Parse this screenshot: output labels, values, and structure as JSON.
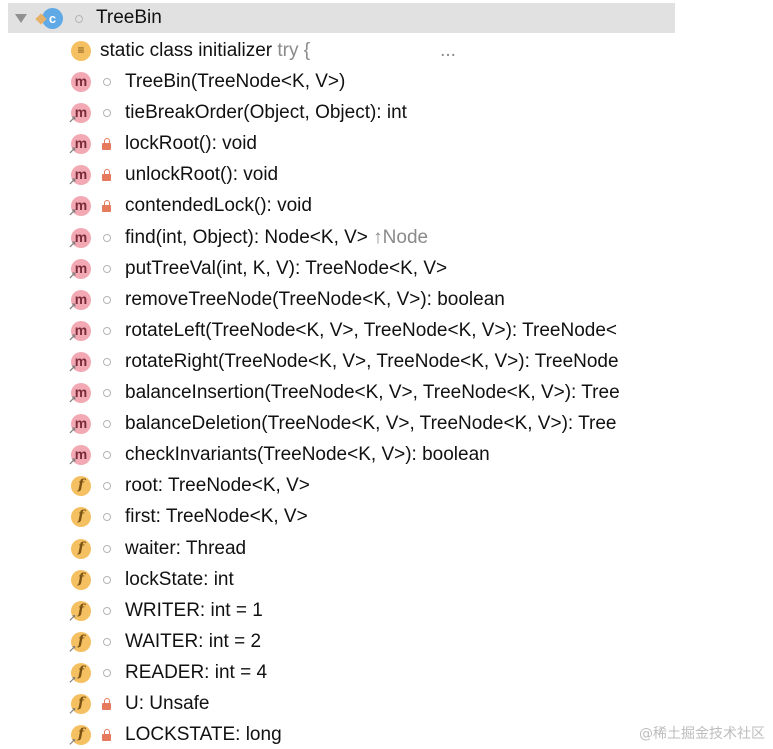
{
  "tree": {
    "class_name": "TreeBin",
    "class_icon_letter": "c",
    "initializer_label": "static class initializer",
    "initializer_code": "try {",
    "initializer_ellipsis": "...",
    "members": [
      {
        "kind": "m",
        "override": false,
        "access": "package",
        "text": "TreeBin(TreeNode<K, V>)"
      },
      {
        "kind": "m",
        "override": true,
        "access": "package",
        "text": "tieBreakOrder(Object, Object): int"
      },
      {
        "kind": "m",
        "override": true,
        "access": "private",
        "text": "lockRoot(): void"
      },
      {
        "kind": "m",
        "override": true,
        "access": "private",
        "text": "unlockRoot(): void"
      },
      {
        "kind": "m",
        "override": true,
        "access": "private",
        "text": "contendedLock(): void"
      },
      {
        "kind": "m",
        "override": true,
        "access": "package",
        "text": "find(int, Object): Node<K, V>",
        "suffix": "↑Node"
      },
      {
        "kind": "m",
        "override": true,
        "access": "package",
        "text": "putTreeVal(int, K, V): TreeNode<K, V>"
      },
      {
        "kind": "m",
        "override": true,
        "access": "package",
        "text": "removeTreeNode(TreeNode<K, V>): boolean"
      },
      {
        "kind": "m",
        "override": true,
        "access": "package",
        "text": "rotateLeft(TreeNode<K, V>, TreeNode<K, V>): TreeNode<"
      },
      {
        "kind": "m",
        "override": true,
        "access": "package",
        "text": "rotateRight(TreeNode<K, V>, TreeNode<K, V>): TreeNode"
      },
      {
        "kind": "m",
        "override": true,
        "access": "package",
        "text": "balanceInsertion(TreeNode<K, V>, TreeNode<K, V>): Tree"
      },
      {
        "kind": "m",
        "override": true,
        "access": "package",
        "text": "balanceDeletion(TreeNode<K, V>, TreeNode<K, V>): Tree"
      },
      {
        "kind": "m",
        "override": true,
        "access": "package",
        "text": "checkInvariants(TreeNode<K, V>): boolean"
      },
      {
        "kind": "f",
        "override": false,
        "access": "package",
        "text": "root: TreeNode<K, V>"
      },
      {
        "kind": "f",
        "override": false,
        "access": "package",
        "text": "first: TreeNode<K, V>"
      },
      {
        "kind": "f",
        "override": false,
        "access": "package",
        "text": "waiter: Thread"
      },
      {
        "kind": "f",
        "override": false,
        "access": "package",
        "text": "lockState: int"
      },
      {
        "kind": "f",
        "override": true,
        "access": "package",
        "text": "WRITER: int = 1"
      },
      {
        "kind": "f",
        "override": true,
        "access": "package",
        "text": "WAITER: int = 2"
      },
      {
        "kind": "f",
        "override": true,
        "access": "package",
        "text": "READER: int = 4"
      },
      {
        "kind": "f",
        "override": true,
        "access": "private",
        "text": "U: Unsafe"
      },
      {
        "kind": "f",
        "override": true,
        "access": "private",
        "text": "LOCKSTATE: long"
      }
    ]
  },
  "watermark": "@稀土掘金技术社区",
  "colors": {
    "method_icon": "#f2a9b3",
    "field_icon": "#f5c062",
    "class_icon": "#5fa9e6",
    "lock": "#e67a5c",
    "header_bg": "#e1e1e1"
  }
}
